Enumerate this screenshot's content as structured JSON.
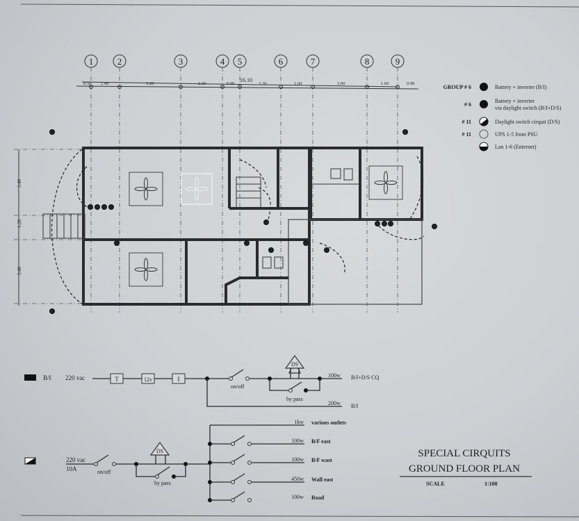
{
  "grid_axes": [
    "1",
    "2",
    "3",
    "4",
    "5",
    "6",
    "7",
    "8",
    "9"
  ],
  "dimensions": {
    "total": "16.10",
    "segments": [
      "0.50",
      "1.40",
      "3.20",
      "2.20",
      "0.90",
      "2.20",
      "1.60",
      "3.00",
      "1.60",
      "0.90"
    ],
    "vertical": [
      "3.40",
      "1.20",
      "3.40"
    ]
  },
  "legend": [
    {
      "group": "GROUP # 6",
      "symbol": "filled-circle",
      "label": "Battery + inverter (B/I)"
    },
    {
      "group": "# 6",
      "symbol": "filled-circle",
      "label": "Battery + inverter",
      "label2": "via daylight switch (B/I+D/S)"
    },
    {
      "group": "# 11",
      "symbol": "half-diagonal-circle",
      "label": "Daylight switch cirquit (D/S)"
    },
    {
      "group": "# 11",
      "symbol": "open-circle",
      "label": "UPS 1-5 from PSU"
    },
    {
      "group": "",
      "symbol": "half-circle",
      "label": "Lan 1-6 (Enternet)"
    }
  ],
  "circuit1": {
    "key_label": "B/I",
    "input": "220 vac",
    "blocks": [
      "T",
      "12v",
      "I"
    ],
    "switch_label": "on/off",
    "ds_label": "DS",
    "bypass_label": "by pass",
    "outputs": [
      {
        "power": "100w",
        "label": "B/I+D/S CQ"
      },
      {
        "power": "200w",
        "label": "B/I"
      }
    ]
  },
  "circuit2": {
    "input": "220 vac",
    "input_amps": "10A",
    "switch_label": "on/off",
    "ds_label": "DS",
    "bypass_label": "by pass",
    "outputs": [
      {
        "power": "1kw",
        "label": "various outlets"
      },
      {
        "power": "100w",
        "label": "B/F east"
      },
      {
        "power": "100w",
        "label": "B/F wast"
      },
      {
        "power": "450w",
        "label": "Wall east"
      },
      {
        "power": "100w",
        "label": "Road"
      }
    ]
  },
  "title_block": {
    "line1": "SPECIAL CIRQUITS",
    "line2": "GROUND FLOOR PLAN",
    "scale_label": "SCALE",
    "scale_value": "1:100"
  },
  "colors": {
    "ink": "#1e1e22",
    "paper": "#cfd2d5"
  }
}
